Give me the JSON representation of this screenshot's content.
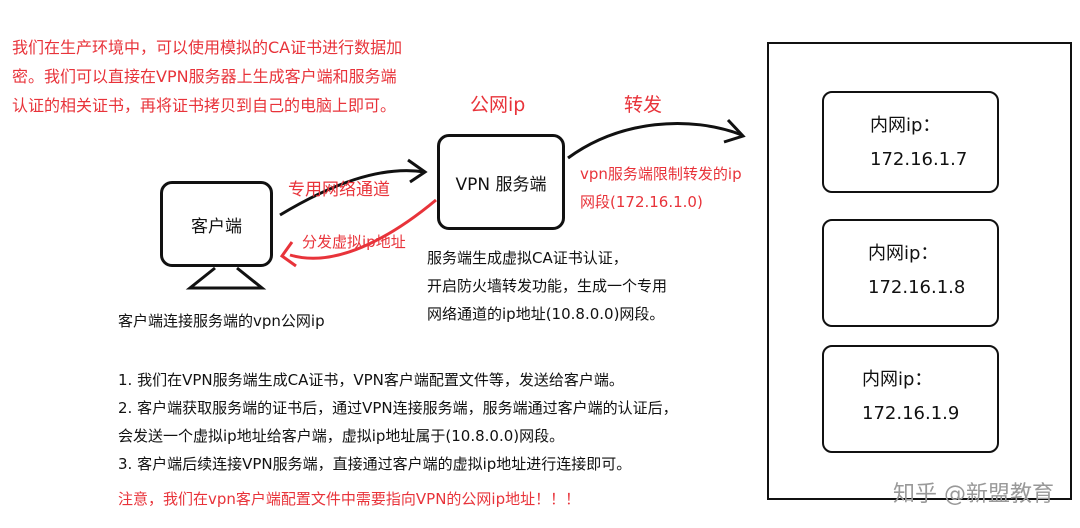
{
  "intro_lines": [
    "我们在生产环境中，可以使用模拟的CA证书进行数据加",
    "密。我们可以直接在VPN服务器上生成客户端和服务端",
    "认证的相关证书，再将证书拷贝到自己的电脑上即可。"
  ],
  "labels": {
    "public_ip": "公网ip",
    "forward": "转发",
    "tunnel": "专用网络通道",
    "distribute": "分发虚拟ip地址",
    "restrict_1": "vpn服务端限制转发的ip",
    "restrict_2": "网段(172.16.1.0)"
  },
  "nodes": {
    "client": "客户端",
    "server": "VPN 服务端"
  },
  "client_caption": "客户端连接服务端的vpn公网ip",
  "server_notes": [
    "服务端生成虚拟CA证书认证，",
    "开启防火墙转发功能，生成一个专用",
    "网络通道的ip地址(10.8.0.0)网段。"
  ],
  "steps": [
    "1. 我们在VPN服务端生成CA证书，VPN客户端配置文件等，发送给客户端。",
    "2. 客户端获取服务端的证书后，通过VPN连接服务端，服务端通过客户端的认证后，",
    "会发送一个虚拟ip地址给客户端，虚拟ip地址属于(10.8.0.0)网段。",
    "3. 客户端后续连接VPN服务端，直接通过客户端的虚拟ip地址进行连接即可。"
  ],
  "note": "注意，我们在vpn客户端配置文件中需要指向VPN的公网ip地址！！！",
  "internal_hosts": [
    {
      "label": "内网ip：",
      "ip": "172.16.1.7"
    },
    {
      "label": "内网ip：",
      "ip": "172.16.1.8"
    },
    {
      "label": "内网ip：",
      "ip": "172.16.1.9"
    }
  ],
  "watermark": "知乎 @新盟教育",
  "colors": {
    "accent": "#e8333a"
  }
}
